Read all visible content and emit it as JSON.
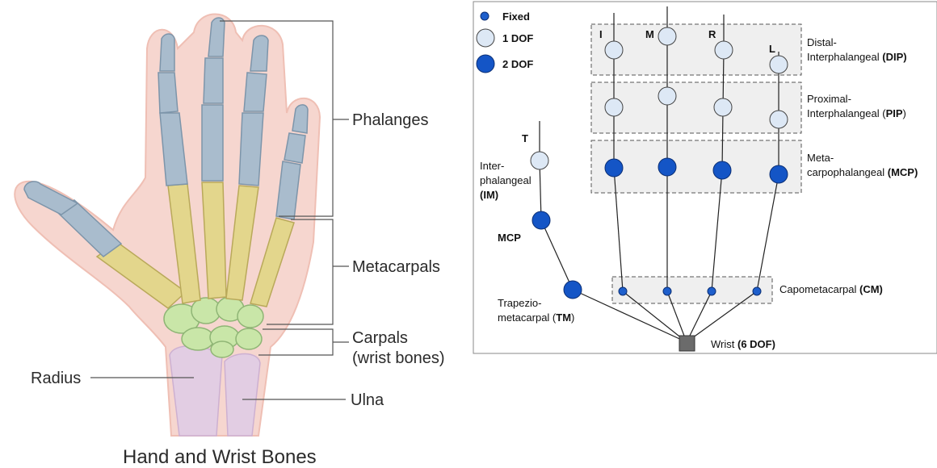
{
  "left_panel": {
    "title": "Hand and Wrist Bones",
    "labels": {
      "phalanges": "Phalanges",
      "metacarpals": "Metacarpals",
      "carpals_line1": "Carpals",
      "carpals_line2": "(wrist bones)",
      "radius": "Radius",
      "ulna": "Ulna"
    },
    "colors": {
      "skin": "#f6d6cf",
      "phalanx_bone": "#a9bccd",
      "metacarpal_bone": "#e3d68c",
      "carpal_bone": "#c9e6a8",
      "forearm_bone": "#e2cde3"
    }
  },
  "right_panel": {
    "legend": {
      "fixed": "Fixed",
      "one_dof": "1 DOF",
      "two_dof": "2 DOF"
    },
    "finger_labels": {
      "index": "I",
      "middle": "M",
      "ring": "R",
      "little": "L",
      "thumb": "T"
    },
    "groups": {
      "dip_line1": "Distal-",
      "dip_line2": "Interphalangeal ",
      "dip_abbr": "(DIP)",
      "pip_line1": "Proximal-",
      "pip_line2": "Interphalangeal (",
      "pip_abbr": "PIP",
      "pip_close": ")",
      "mcp_line1": "Meta-",
      "mcp_line2": "carpophalangeal ",
      "mcp_abbr": "(MCP)",
      "cm_text": "Capometacarpal ",
      "cm_abbr": "(CM)"
    },
    "thumb_joints": {
      "im_line1": "Inter-",
      "im_line2": "phalangeal",
      "im_abbr": "(IM)",
      "mcp": "MCP",
      "tm_line1": "Trapezio-",
      "tm_line2": "metacarpal (",
      "tm_abbr": "TM",
      "tm_close": ")"
    },
    "wrist": {
      "text": "Wrist ",
      "abbr": "(6 DOF)"
    },
    "colors": {
      "fixed_fill": "#1e5fcc",
      "one_dof_fill": "#dde8f5",
      "two_dof_fill": "#1455c6",
      "group_box": "#efefef",
      "wrist_box": "#6b6b6b"
    }
  }
}
